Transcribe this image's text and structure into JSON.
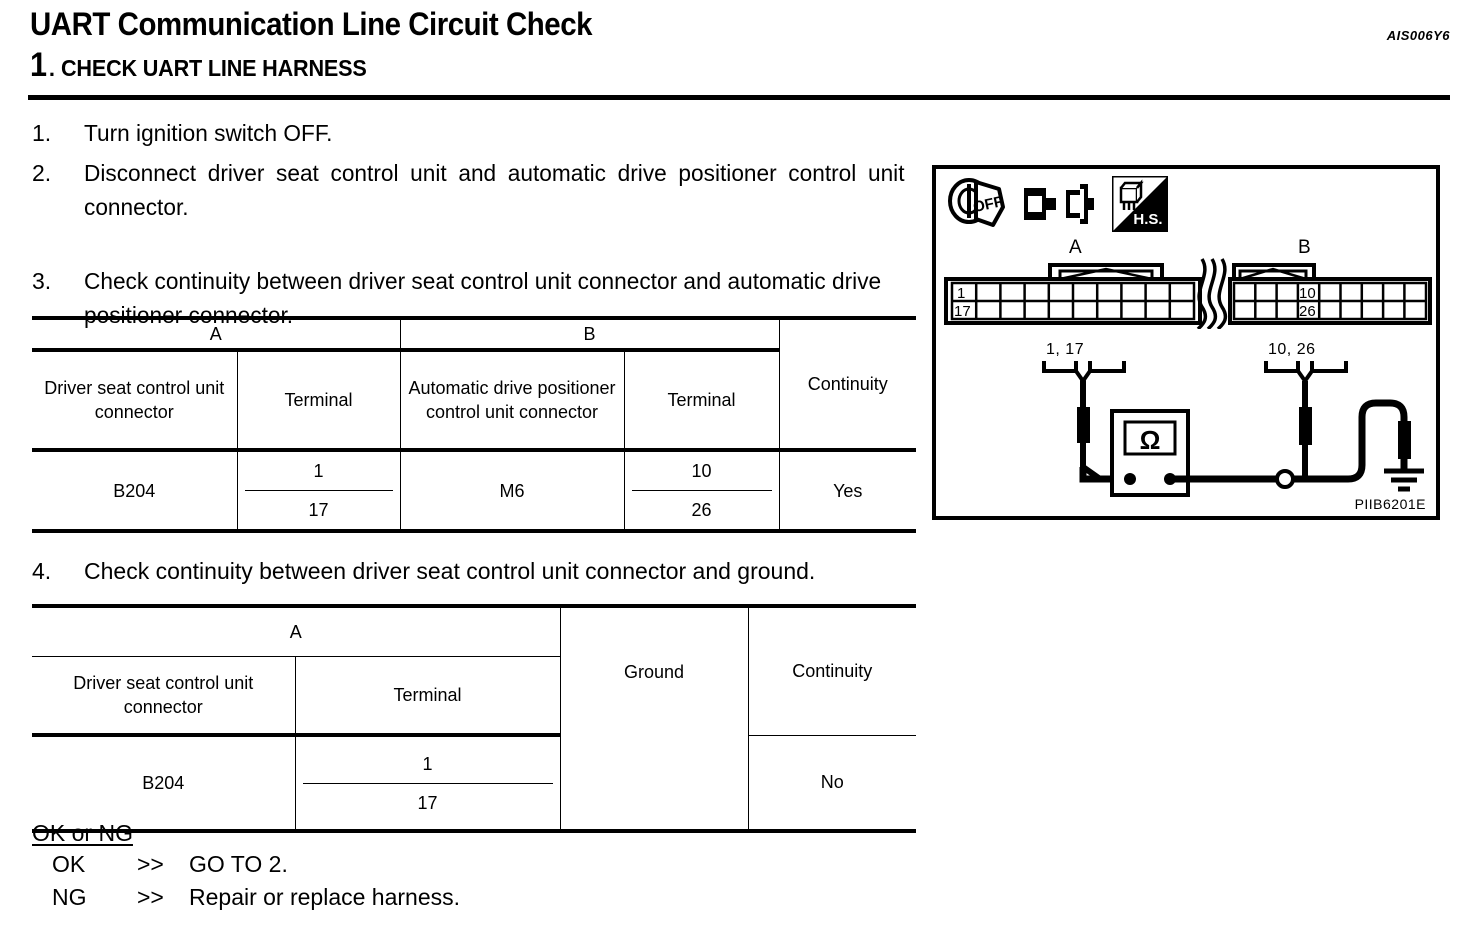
{
  "header": {
    "title": "UART Communication Line Circuit Check",
    "ref_code": "AIS006Y6",
    "step_number": "1",
    "step_dot": ".",
    "step_title": "CHECK UART LINE HARNESS"
  },
  "instructions": [
    {
      "num": "1.",
      "text": "Turn ignition switch OFF."
    },
    {
      "num": "2.",
      "text": "Disconnect driver seat control unit and automatic drive positioner control unit connector."
    },
    {
      "num": "3.",
      "text": "Check continuity between driver seat control unit connector and automatic drive positioner connector."
    }
  ],
  "step4": {
    "num": "4.",
    "text": "Check continuity between driver seat control unit connector and ground."
  },
  "table1": {
    "group_a": "A",
    "group_b": "B",
    "col_a_connector": "Driver seat control unit connector",
    "col_a_terminal": "Terminal",
    "col_b_connector": "Automatic drive positioner control unit connector",
    "col_b_terminal": "Terminal",
    "col_continuity": "Continuity",
    "row": {
      "a_connector": "B204",
      "a_terminal_1": "1",
      "a_terminal_2": "17",
      "b_connector": "M6",
      "b_terminal_1": "10",
      "b_terminal_2": "26",
      "continuity": "Yes"
    }
  },
  "table2": {
    "group_a": "A",
    "col_a_connector": "Driver seat control unit connector",
    "col_a_terminal": "Terminal",
    "col_ground": "Ground",
    "col_continuity": "Continuity",
    "row": {
      "a_connector": "B204",
      "a_terminal_1": "1",
      "a_terminal_2": "17",
      "continuity": "No"
    }
  },
  "result": {
    "title": "OK or NG",
    "ok_label": "OK",
    "ok_arrow": ">>",
    "ok_text": "GO TO 2.",
    "ng_label": "NG",
    "ng_arrow": ">>",
    "ng_text": "Repair or replace harness."
  },
  "diagram": {
    "fig_id": "PIIB6201E",
    "icons": {
      "ignition_off": "OFF",
      "hs_label": "H.S."
    },
    "connector_a_label": "A",
    "connector_b_label": "B",
    "connector_a_pin_top": "1",
    "connector_a_pin_bottom": "17",
    "connector_b_pin_top": "10",
    "connector_b_pin_bottom": "26",
    "probe_a_label": "1, 17",
    "probe_b_label": "10, 26",
    "meter_symbol": "Ω"
  }
}
